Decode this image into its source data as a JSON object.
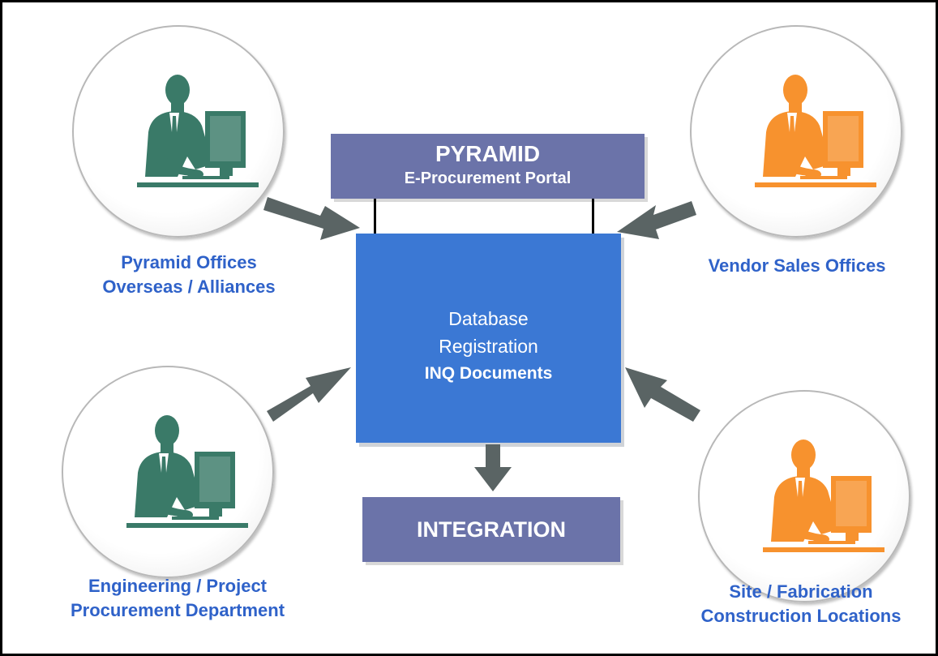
{
  "portal": {
    "title": "PYRAMID",
    "subtitle": "E-Procurement Portal"
  },
  "center": {
    "line1": "Database",
    "line2": "Registration",
    "line3": "INQ Documents"
  },
  "integration": {
    "label": "INTEGRATION"
  },
  "nodes": [
    {
      "line1": "Pyramid Offices",
      "line2": "Overseas / Alliances",
      "figure_color": "#3a7a68"
    },
    {
      "line1": "Vendor Sales Offices",
      "line2": "",
      "figure_color": "#f7922e"
    },
    {
      "line1": "Engineering / Project",
      "line2": "Procurement Department",
      "figure_color": "#3a7a68"
    },
    {
      "line1": "Site / Fabrication",
      "line2": "Construction Locations",
      "figure_color": "#f7922e"
    }
  ],
  "colors": {
    "label_blue": "#2f62c9",
    "center_box": "#3b78d4",
    "header_box": "#6b73a9",
    "arrow": "#5a6464"
  }
}
